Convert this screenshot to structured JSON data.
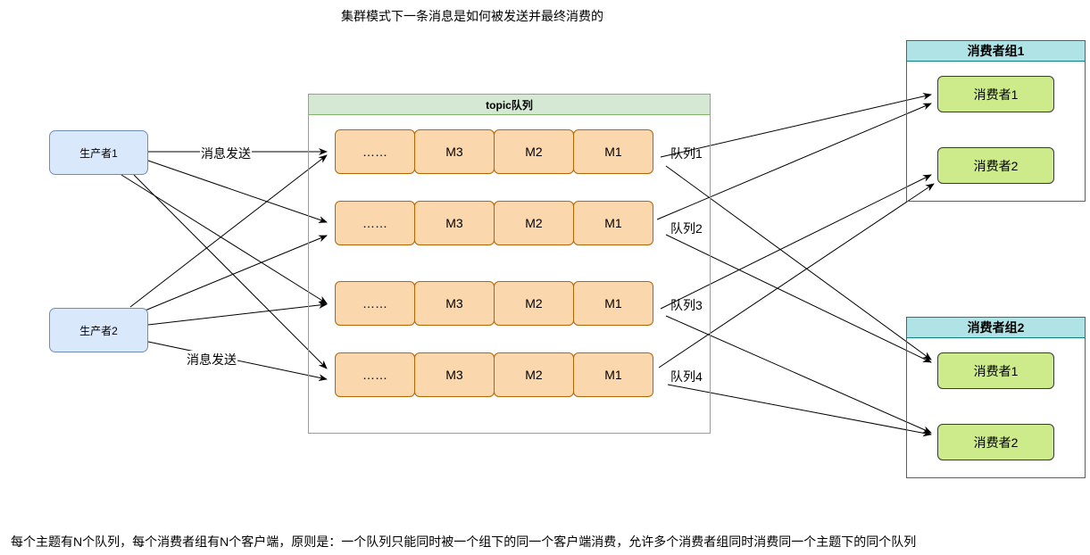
{
  "title": "集群模式下一条消息是如何被发送并最终消费的",
  "producers": [
    {
      "label": "生产者1"
    },
    {
      "label": "生产者2"
    }
  ],
  "edge_labels": {
    "send_1": "消息发送",
    "send_2": "消息发送"
  },
  "topic": {
    "label": "topic队列",
    "queues": [
      {
        "label": "队列1",
        "cells": [
          "……",
          "M3",
          "M2",
          "M1"
        ]
      },
      {
        "label": "队列2",
        "cells": [
          "……",
          "M3",
          "M2",
          "M1"
        ]
      },
      {
        "label": "队列3",
        "cells": [
          "……",
          "M3",
          "M2",
          "M1"
        ]
      },
      {
        "label": "队列4",
        "cells": [
          "……",
          "M3",
          "M2",
          "M1"
        ]
      }
    ]
  },
  "consumer_groups": [
    {
      "label": "消费者组1",
      "consumers": [
        {
          "label": "消费者1"
        },
        {
          "label": "消费者2"
        }
      ]
    },
    {
      "label": "消费者组2",
      "consumers": [
        {
          "label": "消费者1"
        },
        {
          "label": "消费者2"
        }
      ]
    }
  ],
  "footnote": "每个主题有N个队列，每个消费者组有N个客户端，原则是：一个队列只能同时被一个组下的同一个客户端消费，允许多个消费者组同时消费同一个主题下的同个队列",
  "colors": {
    "producer_fill": "#dae8fc",
    "producer_stroke": "#6c8ebf",
    "topic_header_fill": "#d5e8d4",
    "topic_stroke": "#82b366",
    "cell_fill": "#fad7ac",
    "cell_stroke": "#b46504",
    "group_header_fill": "#b0e3e6",
    "group_stroke": "#0e8088",
    "consumer_fill": "#cdeb8b"
  }
}
